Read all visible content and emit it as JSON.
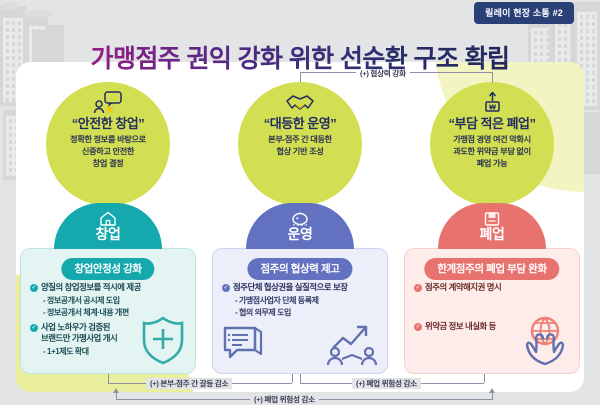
{
  "badge": {
    "label": "릴레이 현장 소통 #2"
  },
  "header": {
    "title": "가맹점주 권익 강화 위한 선순환 구조 확립"
  },
  "concepts": [
    {
      "icon": "person-speech-star-icon",
      "title": "“안전한 창업”",
      "desc_lines": [
        "정확한 정보를 바탕으로",
        "신중하고 안전한",
        "창업 결정"
      ]
    },
    {
      "icon": "handshake-icon",
      "title": "“대등한 운영”",
      "desc_lines": [
        "본부-점주 간 대등한",
        "협상 기반 조성"
      ]
    },
    {
      "icon": "money-exit-icon",
      "title": "“부담 적은 폐업”",
      "desc_lines": [
        "가맹점 경영 여건 악화시",
        "과도한 위약금 부담 없이",
        "폐업 가능"
      ]
    }
  ],
  "columns": [
    {
      "icon": "house-icon",
      "label": "창업",
      "color": "#15a9ae",
      "pill": "창업안정성 강화",
      "bullets": [
        {
          "text": "양질의 창업정보를 적시에 제공",
          "subs": [
            "- 정보공개서 공시제 도입",
            "- 정보공개서 체계·내용 개편"
          ]
        },
        {
          "text": "사업 노하우가 검증된<br>브랜드만 가맹사업 개시",
          "subs": [
            "- 1+1제도 확대"
          ]
        }
      ],
      "panel_icon": "shield-check-icon"
    },
    {
      "icon": "piggy-bank-icon",
      "label": "운영",
      "color": "#6271c0",
      "pill": "점주의 협상력 제고",
      "bullets": [
        {
          "text": "점주단체 협상권을 실질적으로 보장",
          "subs": [
            "- 가맹점사업자 단체 등록제",
            "- 협의 의무제 도입"
          ]
        }
      ],
      "panel_icon": "document-chat-icon",
      "panel_icon2": "negotiation-growth-icon"
    },
    {
      "icon": "closed-shop-icon",
      "label": "폐업",
      "color": "#e8726e",
      "pill": "한계점주의 폐업 부담 완화",
      "bullets": [
        {
          "text": "점주의 계약해지권 명시",
          "subs": []
        },
        {
          "text": "위약금 정보 내실화 등",
          "subs": []
        }
      ],
      "panel_icon": "hands-globe-icon"
    }
  ],
  "connectors": {
    "top": "(+) 협상력 강화",
    "bottom_left": "(+) 본부-점주 간 갈등 감소",
    "bottom_right": "(+) 폐업 위험성 감소",
    "bottom_center": "(+) 폐업 위험성 감소"
  }
}
